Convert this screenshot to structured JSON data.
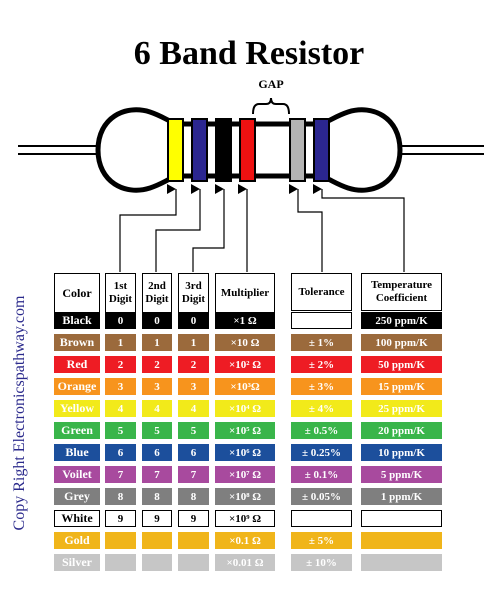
{
  "title": "6 Band Resistor",
  "gap_label": "GAP",
  "copyright": "Copy Right Electronicspathway.com",
  "resistor_bands": [
    "#ffff00",
    "#2b2690",
    "#000000",
    "#ee1111",
    "#b3b3b3",
    "#2b2690"
  ],
  "headers": {
    "color": "Color",
    "digit1": [
      "1st",
      "Digit"
    ],
    "digit2": [
      "2nd",
      "Digit"
    ],
    "digit3": [
      "3rd",
      "Digit"
    ],
    "multiplier": "Multiplier",
    "tolerance": "Tolerance",
    "tempco": [
      "Temperature",
      "Coefficient"
    ]
  },
  "rows": [
    {
      "name": "Black",
      "bg": "#000000",
      "fg": "#ffffff",
      "d1": "0",
      "d2": "0",
      "d3": "0",
      "mult": "×1 Ω",
      "tol": "",
      "tc": "250 ppm/K",
      "tolbg": "#ffffff",
      "tcbg": "#000000",
      "tcfg": "#ffffff"
    },
    {
      "name": "Brown",
      "bg": "#9b6a3c",
      "fg": "#ffffff",
      "d1": "1",
      "d2": "1",
      "d3": "1",
      "mult": "×10 Ω",
      "tol": "± 1%",
      "tc": "100 ppm/K",
      "tolbg": "#9b6a3c",
      "tcbg": "#9b6a3c",
      "tcfg": "#ffffff"
    },
    {
      "name": "Red",
      "bg": "#ee1c24",
      "fg": "#ffffff",
      "d1": "2",
      "d2": "2",
      "d3": "2",
      "mult": "×10² Ω",
      "tol": "± 2%",
      "tc": "50 ppm/K",
      "tolbg": "#ee1c24",
      "tcbg": "#ee1c24",
      "tcfg": "#ffffff"
    },
    {
      "name": "Orange",
      "bg": "#f7941d",
      "fg": "#ffffff",
      "d1": "3",
      "d2": "3",
      "d3": "3",
      "mult": "×10³Ω",
      "tol": "± 3%",
      "tc": "15 ppm/K",
      "tolbg": "#f7941d",
      "tcbg": "#f7941d",
      "tcfg": "#ffffff"
    },
    {
      "name": "Yellow",
      "bg": "#f2ea1a",
      "fg": "#ffffff",
      "d1": "4",
      "d2": "4",
      "d3": "4",
      "mult": "×10⁴ Ω",
      "tol": "± 4%",
      "tc": "25 ppm/K",
      "tolbg": "#f2ea1a",
      "tcbg": "#f2ea1a",
      "tcfg": "#ffffff"
    },
    {
      "name": "Green",
      "bg": "#39b54a",
      "fg": "#ffffff",
      "d1": "5",
      "d2": "5",
      "d3": "5",
      "mult": "×10⁵ Ω",
      "tol": "± 0.5%",
      "tc": "20 ppm/K",
      "tolbg": "#39b54a",
      "tcbg": "#39b54a",
      "tcfg": "#ffffff"
    },
    {
      "name": "Blue",
      "bg": "#1c4f9c",
      "fg": "#ffffff",
      "d1": "6",
      "d2": "6",
      "d3": "6",
      "mult": "×10⁶ Ω",
      "tol": "± 0.25%",
      "tc": "10 ppm/K",
      "tolbg": "#1c4f9c",
      "tcbg": "#1c4f9c",
      "tcfg": "#ffffff"
    },
    {
      "name": "Voilet",
      "bg": "#a84a9e",
      "fg": "#ffffff",
      "d1": "7",
      "d2": "7",
      "d3": "7",
      "mult": "×10⁷ Ω",
      "tol": "± 0.1%",
      "tc": "5 ppm/K",
      "tolbg": "#a84a9e",
      "tcbg": "#a84a9e",
      "tcfg": "#ffffff"
    },
    {
      "name": "Grey",
      "bg": "#7f7f7f",
      "fg": "#ffffff",
      "d1": "8",
      "d2": "8",
      "d3": "8",
      "mult": "×10⁸ Ω",
      "tol": "± 0.05%",
      "tc": "1 ppm/K",
      "tolbg": "#7f7f7f",
      "tcbg": "#7f7f7f",
      "tcfg": "#ffffff"
    },
    {
      "name": "White",
      "bg": "#ffffff",
      "fg": "#000000",
      "d1": "9",
      "d2": "9",
      "d3": "9",
      "mult": "×10⁹ Ω",
      "tol": "",
      "tc": "",
      "tolbg": "#ffffff",
      "tcbg": "#ffffff",
      "tcfg": "#000000"
    },
    {
      "name": "Gold",
      "bg": "#f0b51a",
      "fg": "#ffffff",
      "d1": "",
      "d2": "",
      "d3": "",
      "mult": "×0.1 Ω",
      "tol": "± 5%",
      "tc": "",
      "tolbg": "#f0b51a",
      "tcbg": "#f0b51a",
      "tcfg": "#ffffff"
    },
    {
      "name": "Silver",
      "bg": "#c6c6c6",
      "fg": "#ffffff",
      "d1": "",
      "d2": "",
      "d3": "",
      "mult": "×0.01 Ω",
      "tol": "± 10%",
      "tc": "",
      "tolbg": "#c6c6c6",
      "tcbg": "#c6c6c6",
      "tcfg": "#ffffff"
    }
  ]
}
